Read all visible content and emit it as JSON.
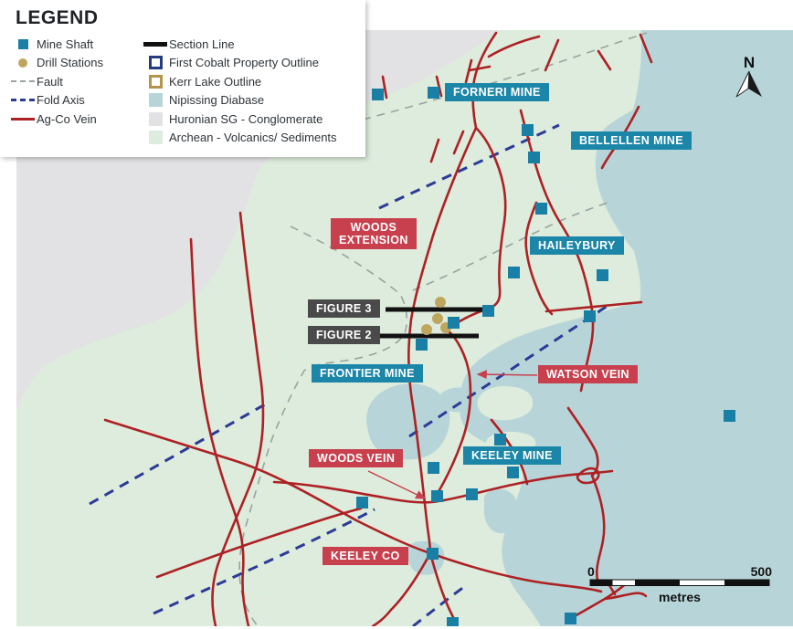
{
  "legend": {
    "title": "LEGEND",
    "left_items": [
      {
        "symbol": "mine-shaft-icon",
        "label": "Mine Shaft"
      },
      {
        "symbol": "drill-station-icon",
        "label": "Drill Stations"
      },
      {
        "symbol": "fault-icon",
        "label": "Fault"
      },
      {
        "symbol": "fold-axis-icon",
        "label": "Fold Axis"
      },
      {
        "symbol": "ag-co-vein-icon",
        "label": "Ag-Co Vein"
      }
    ],
    "right_items": [
      {
        "symbol": "section-line-icon",
        "label": "Section Line"
      },
      {
        "symbol": "property-outline-icon",
        "label": "First Cobalt Property Outline"
      },
      {
        "symbol": "kerr-lake-outline-icon",
        "label": "Kerr Lake Outline"
      },
      {
        "symbol": "nipissing-diabase-swatch",
        "label": "Nipissing Diabase"
      },
      {
        "symbol": "huronian-swatch",
        "label": "Huronian SG - Conglomerate"
      },
      {
        "symbol": "archean-swatch",
        "label": "Archean - Volcanics/ Sediments"
      }
    ]
  },
  "map": {
    "labels": {
      "forneri": "FORNERI MINE",
      "bellellen": "BELLELLEN MINE",
      "woods_extension": {
        "line1": "WOODS",
        "line2": "EXTENSION"
      },
      "haileybury": "HAILEYBURY",
      "figure3": "FIGURE 3",
      "figure2": "FIGURE 2",
      "frontier": "FRONTIER MINE",
      "watson": "WATSON VEIN",
      "woods_vein": "WOODS VEIN",
      "keeley_mine": "KEELEY MINE",
      "keeley_co": "KEELEY CO"
    },
    "north_label": "N",
    "scale_bar": {
      "start": "0",
      "end": "500",
      "unit": "metres"
    }
  },
  "colors": {
    "archean_green": "#ddecdc",
    "huronian_gray": "#e2e2e4",
    "nipissing_blue": "#b7d5d8",
    "vein_red": "#ad2124",
    "fold_axis_blue": "#2c3b96",
    "fault_gray": "#9aa3a1",
    "mine_shaft_teal": "#1a7fa4",
    "drill_tan": "#bfa65e",
    "label_teal": "#1b86a8",
    "label_red": "#c8404e",
    "label_dark": "#4a4a4a"
  }
}
